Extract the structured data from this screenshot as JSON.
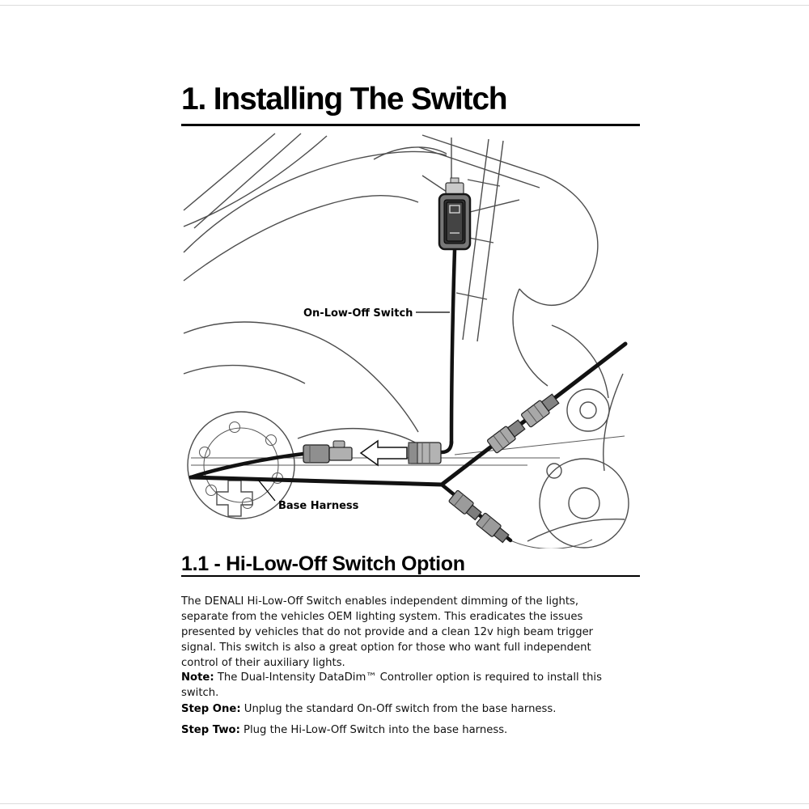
{
  "doc": {
    "title": "1. Installing The Switch",
    "diagram": {
      "switch_label": "On-Low-Off Switch",
      "harness_label": "Base Harness"
    },
    "section": {
      "title": "1.1 - Hi-Low-Off Switch Option",
      "body": "The DENALI Hi-Low-Off Switch enables independent dimming of the lights, separate from the vehicles OEM lighting system.  This eradicates the issues presented by vehicles that do not provide and a clean 12v high beam trigger signal. This switch is also a great option for those who want full independent control of their auxiliary lights."
    },
    "note": {
      "label": "Note:",
      "text": "The Dual-Intensity DataDim™ Controller option is required to install this switch."
    },
    "steps": [
      {
        "label": "Step One:",
        "text": "Unplug the standard On-Off switch from the base harness."
      },
      {
        "label": "Step Two:",
        "text": "Plug the Hi-Low-Off Switch into the base harness."
      }
    ]
  }
}
